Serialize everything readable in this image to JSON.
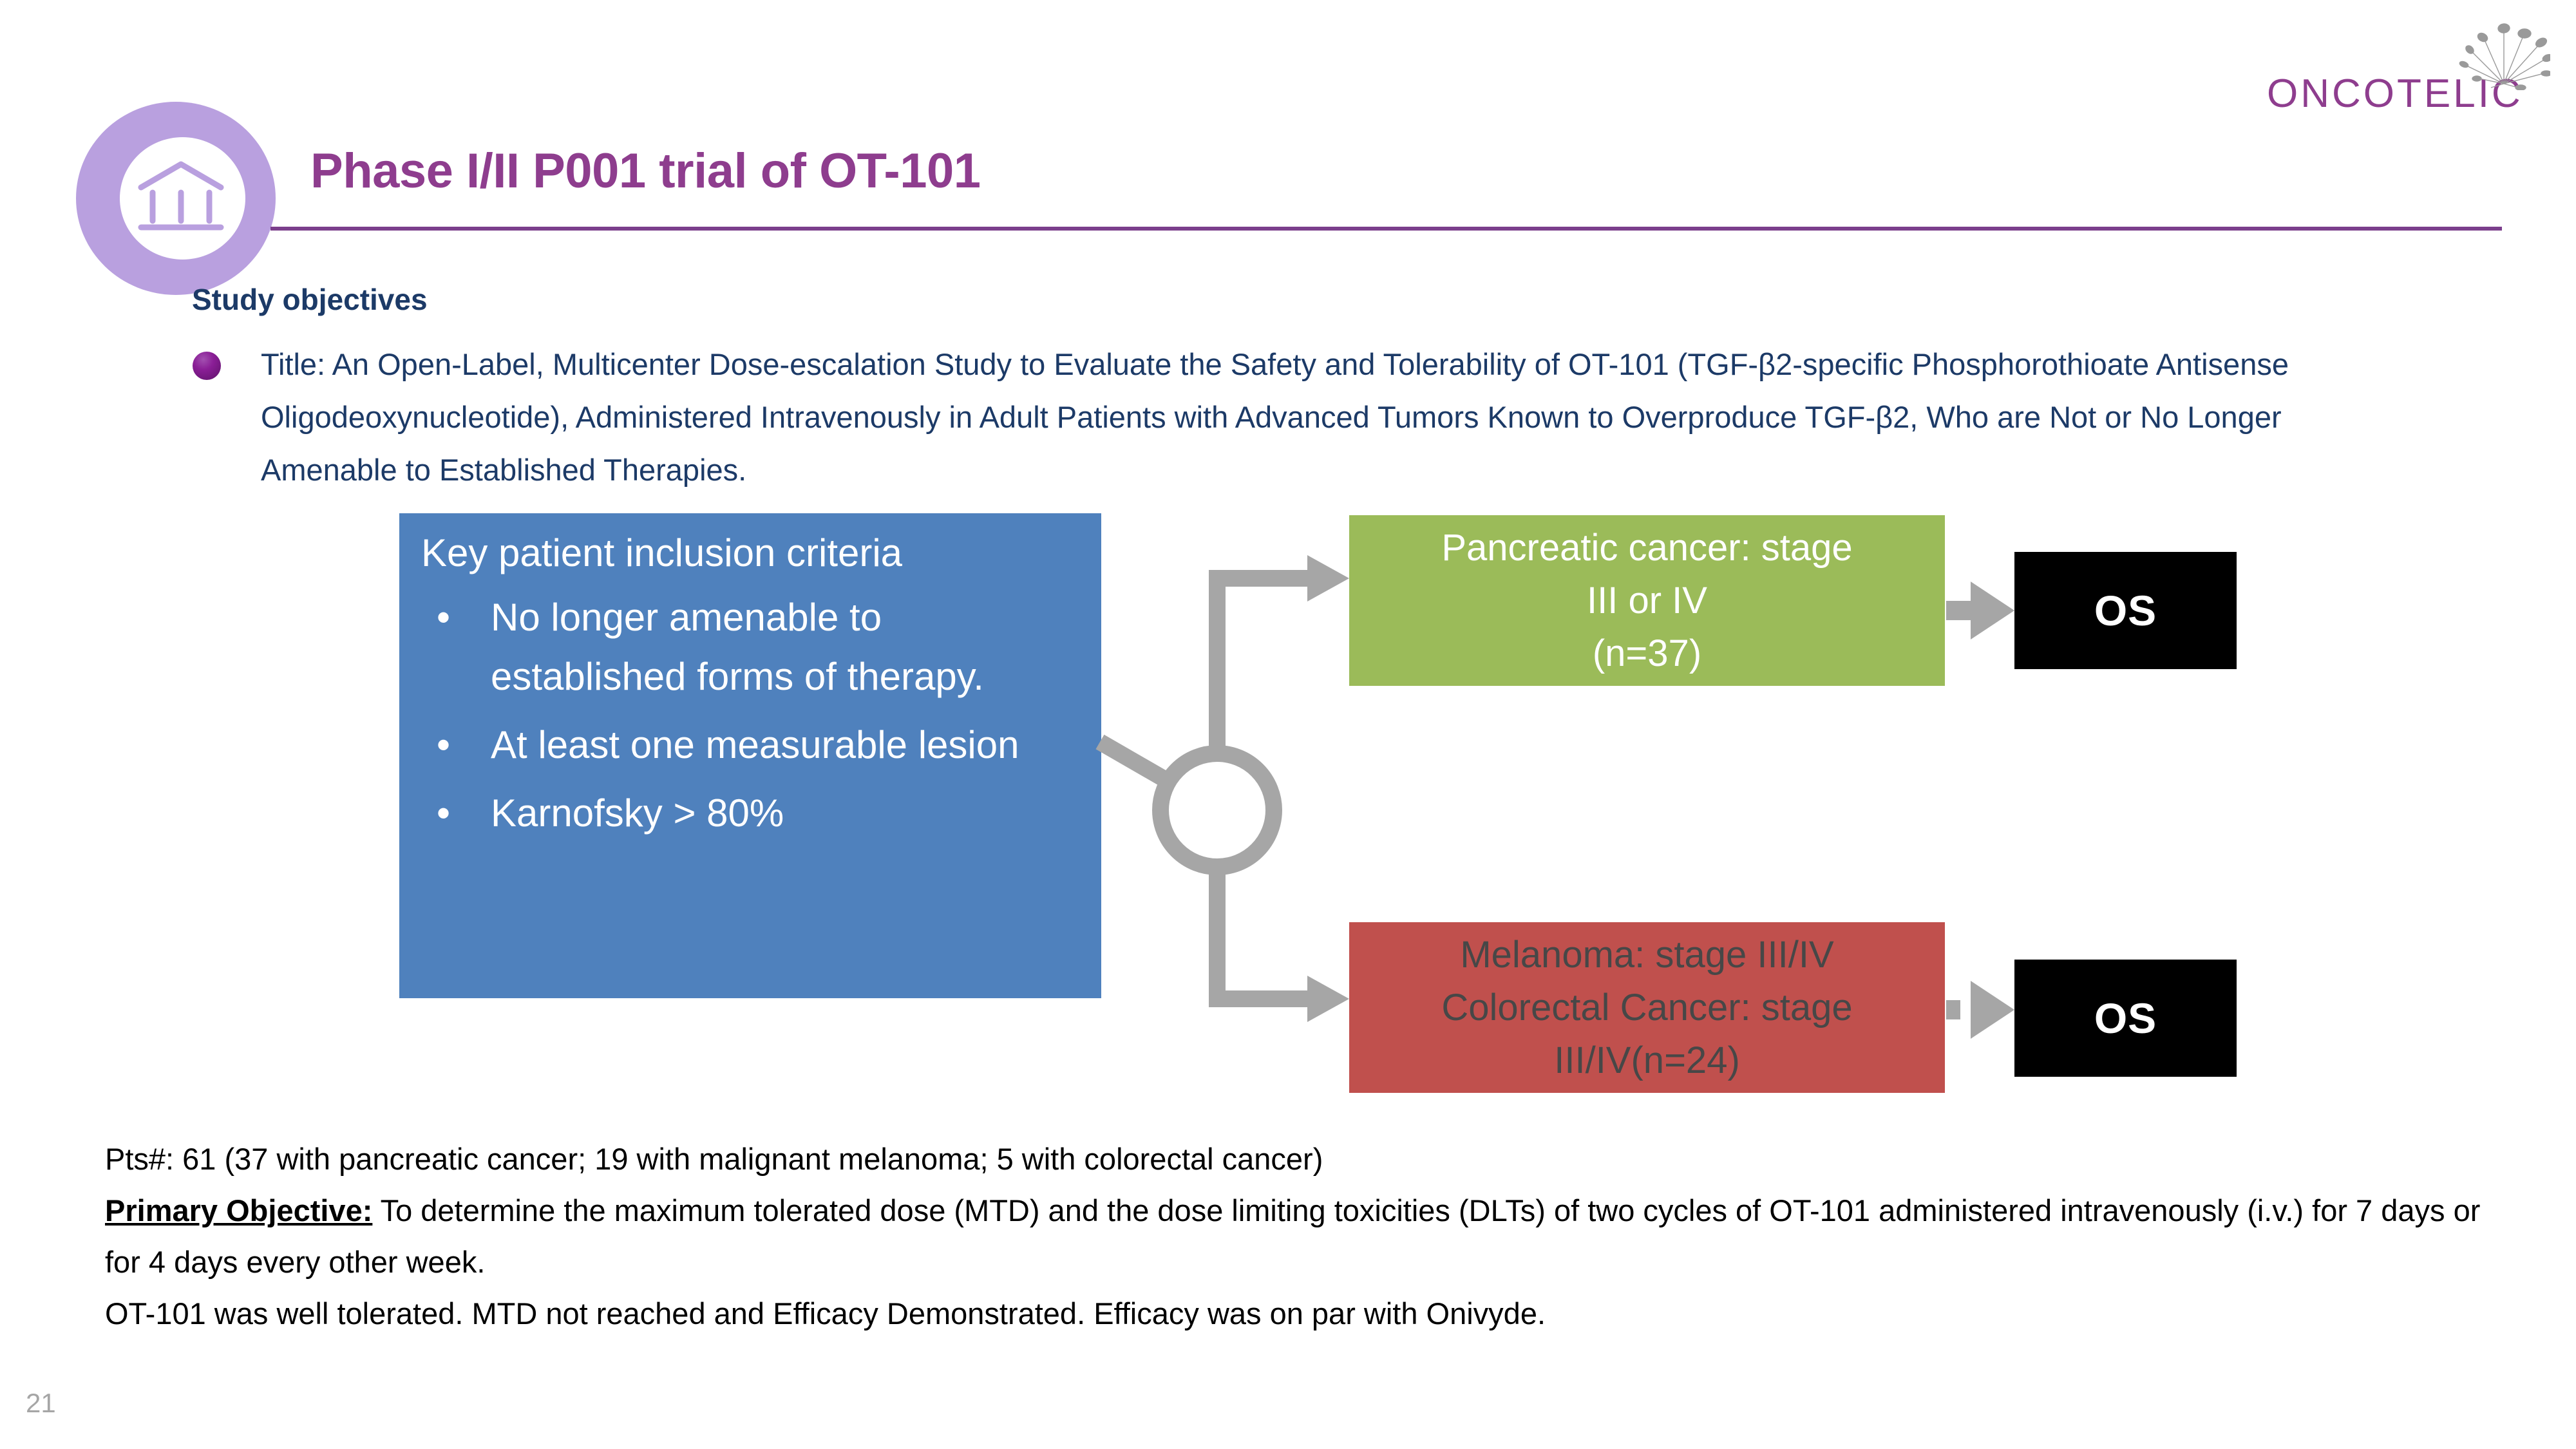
{
  "logo": {
    "wordmark": "ONCOTELIC",
    "icon_name": "dandelion-burst-icon"
  },
  "header": {
    "icon_name": "institution-building-icon",
    "title": "Phase I/II P001 trial of OT-101",
    "title_color": "#8E3D8E",
    "rule_color": "#7B3F8C"
  },
  "body": {
    "section_heading": "Study objectives",
    "bullet_text": "Title: An Open-Label, Multicenter Dose-escalation Study to Evaluate the Safety and Tolerability of OT-101 (TGF-β2-specific Phosphorothioate Antisense Oligodeoxynucleotide), Administered Intravenously in Adult Patients with Advanced Tumors Known to Overproduce TGF-β2, Who are Not or No Longer Amenable to Established Therapies.",
    "text_color": "#1C3A67"
  },
  "diagram": {
    "inclusion_box": {
      "title": "Key patient inclusion criteria",
      "color": "#4F81BD",
      "items": [
        "No longer amenable to established forms of therapy.",
        "At least one measurable lesion",
        "Karnofsky > 80%"
      ]
    },
    "arm_pancreatic": {
      "color": "#9BBB59",
      "text_color": "#FFFFFF",
      "lines": [
        "Pancreatic cancer: stage",
        "III or IV",
        "(n=37)"
      ]
    },
    "arm_melanoma": {
      "color": "#C0504D",
      "text_color": "#474747",
      "lines": [
        "Melanoma: stage III/IV",
        "Colorectal Cancer: stage",
        "III/IV(n=24)"
      ]
    },
    "endpoint_top": {
      "label": "OS",
      "color": "#000000"
    },
    "endpoint_bottom": {
      "label": "OS",
      "color": "#000000"
    },
    "connector_color": "#A6A6A6",
    "splitter_shape": "circle"
  },
  "footer": {
    "line1": "Pts#: 61 (37 with pancreatic cancer; 19 with malignant melanoma; 5 with colorectal cancer)",
    "line2_label": "Primary Objective:",
    "line2_rest": " To determine the maximum tolerated dose (MTD) and the dose limiting toxicities (DLTs) of two cycles of OT-101 administered intravenously (i.v.) for 7 days or for 4 days every other week.",
    "line3": "OT-101 was well tolerated. MTD not reached and Efficacy Demonstrated. Efficacy was on par with Onivyde."
  },
  "page_number": "21"
}
